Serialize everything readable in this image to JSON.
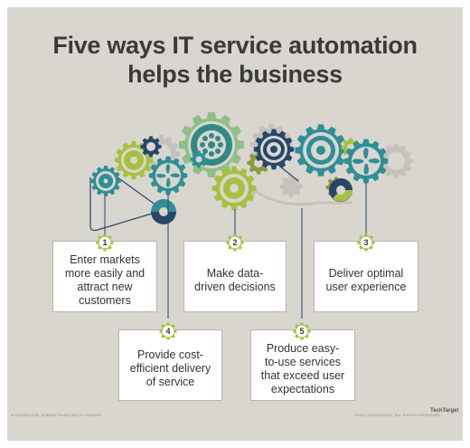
{
  "title": {
    "line1": "Five ways IT service automation",
    "line2": "helps the business"
  },
  "steps": [
    {
      "number": "1",
      "label": "Enter markets more easily and attract new customers"
    },
    {
      "number": "2",
      "label": "Make data-driven decisions"
    },
    {
      "number": "3",
      "label": "Deliver optimal user experience"
    },
    {
      "number": "4",
      "label": "Provide cost-efficient delivery of service"
    },
    {
      "number": "5",
      "label": "Produce easy-to-use services that exceed user expectations"
    }
  ],
  "footer": {
    "left": "ILLUSTRATION: ROBERT PLANT/GETTY IMAGES",
    "right": "©2023 TECHTARGET. ALL RIGHTS RESERVED",
    "logo": "TechTarget"
  },
  "colors": {
    "background": "#d9d5cf",
    "navy": "#26476a",
    "teal": "#2e8f96",
    "lime": "#a7c13f",
    "olive": "#8e9a3c",
    "sage": "#bcd59a",
    "gray_gear": "#c6c2bb"
  }
}
